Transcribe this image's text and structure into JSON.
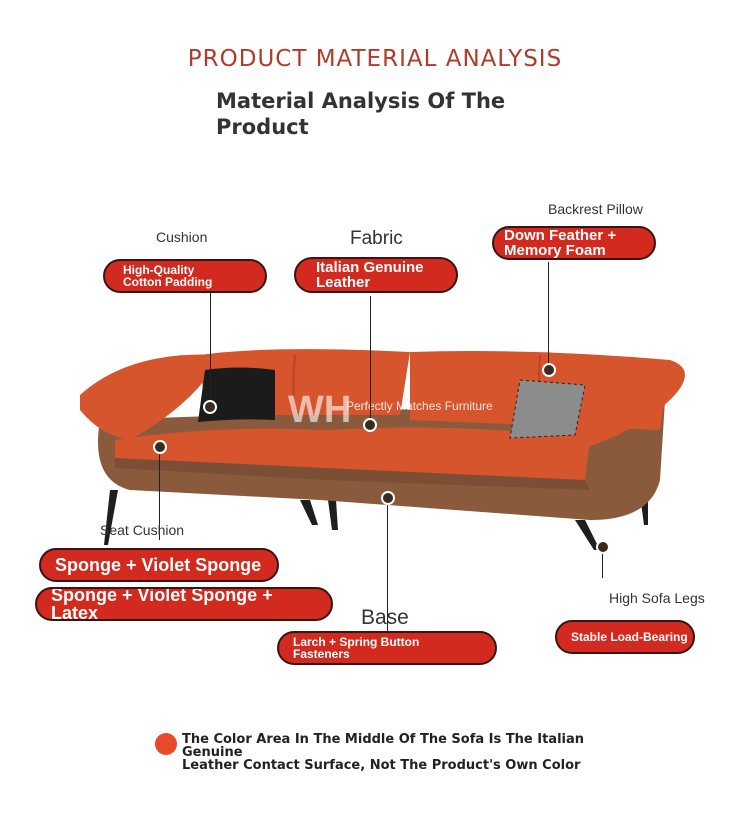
{
  "header": {
    "section_title": "PRODUCT MATERIAL ANALYSIS",
    "main_title": "Material Analysis Of The Product"
  },
  "labels": {
    "cushion": "Cushion",
    "fabric": "Fabric",
    "backrest_pillow": "Backrest Pillow",
    "seat_cushion": "Seat Cushion",
    "base": "Base",
    "high_sofa_legs": "High Sofa Legs"
  },
  "pills": {
    "cushion_line1": "High-Quality",
    "cushion_line2": "Cotton Padding",
    "fabric_line1": "Italian Genuine",
    "fabric_line2": "Leather",
    "backrest_line1": "Down Feather +",
    "backrest_line2": "Memory Foam",
    "seat1": "Sponge + Violet Sponge",
    "seat2_line1": "Sponge + Violet Sponge +",
    "seat2_line2": "Latex",
    "base_line1": "Larch + Spring Button",
    "base_line2": "Fasteners",
    "legs": "Stable Load-Bearing"
  },
  "watermark": {
    "logo": "WH",
    "tagline": "Perfectly Matches Furniture"
  },
  "footer": {
    "note_line1": "The Color Area In The Middle Of The Sofa Is The Italian Genuine",
    "note_line2": "Leather Contact Surface, Not The Product's Own Color"
  },
  "colors": {
    "accent_red": "#d22a1f",
    "header_red": "#b23a2a",
    "sofa_orange": "#d7552d",
    "sofa_brown": "#8a5a3c"
  }
}
